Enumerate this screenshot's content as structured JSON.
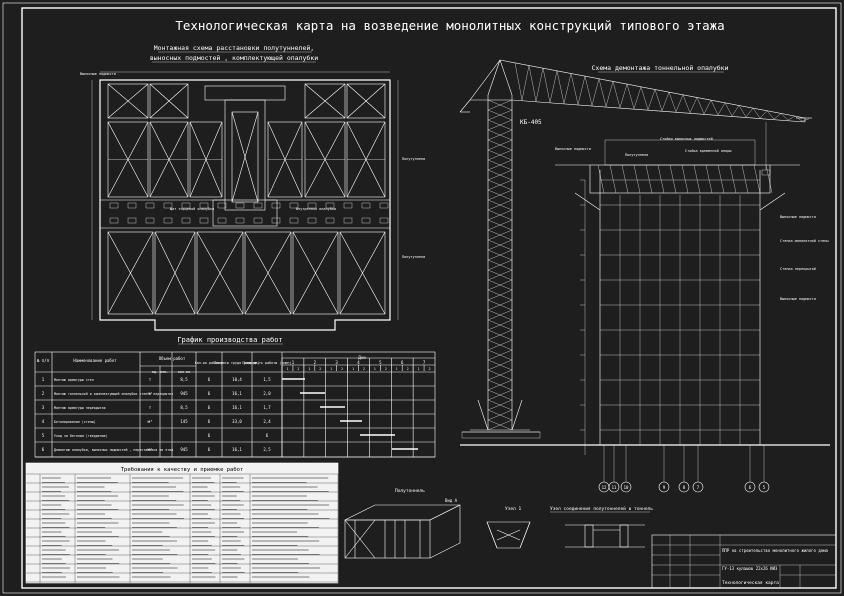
{
  "colors": {
    "background": "#1e1e1e",
    "line": "#ffffff",
    "red": "#e03030",
    "frame": "#ffffff"
  },
  "title": "Технологическая карта на возведение монолитных конструкций типового этажа",
  "plan": {
    "caption_line1": "Монтажная схема расстановки полутуннелей,",
    "caption_line2": "выносных подмостей , комплектующей опалубки",
    "callouts": [
      "Выносные подмости",
      "Полутуннели",
      "Щит торцевой опалубки",
      "Внутренняя опалубка",
      "Полутуннели"
    ]
  },
  "section": {
    "caption": "Схема демонтажа тоннельной опалубки",
    "crane_label": "КБ-405",
    "callouts": [
      "Выносные подмости",
      "Стойки выносных подмостей",
      "Полутуннели",
      "Стойка временной опоры",
      "Выносные подмости",
      "Стенка монолитной стены",
      "Стенка перекрытий",
      "Выносные подмости"
    ],
    "axes": [
      "12",
      "11",
      "10",
      "9",
      "8",
      "7",
      "6",
      "5"
    ]
  },
  "schedule": {
    "caption": "График производства работ",
    "headers": {
      "num": "№ п/п",
      "name": "Наименование работ",
      "volume": "Объем работ",
      "unit": "ед. изм.",
      "qty": "кол-во",
      "workers": "Кол-во рабочих",
      "labor": "Затраты труда (чел-дн)",
      "duration": "Продолж-ть работы (смен)",
      "days": "Дни"
    },
    "day_numbers": [
      "1",
      "2",
      "3",
      "4",
      "5",
      "6",
      "7"
    ],
    "shift_numbers": [
      "1",
      "2",
      "1",
      "2",
      "1",
      "2",
      "1",
      "2",
      "1",
      "2",
      "1",
      "2",
      "1",
      "2"
    ],
    "rows": [
      {
        "num": "1",
        "name": "Монтаж арматуры стен",
        "unit": "т",
        "qty": "8,5",
        "workers": "6",
        "labor": "10,4",
        "duration": "1,5"
      },
      {
        "num": "2",
        "name": "Монтаж тоннельной и комплектующей опалубки стен и перекрытия",
        "unit": "м²",
        "qty": "945",
        "workers": "6",
        "labor": "16,1",
        "duration": "2,0"
      },
      {
        "num": "3",
        "name": "Монтаж арматуры перекрытия",
        "unit": "т",
        "qty": "8,5",
        "workers": "6",
        "labor": "16,1",
        "duration": "1,7"
      },
      {
        "num": "4",
        "name": "Бетонирование (стены)",
        "unit": "м³",
        "qty": "145",
        "workers": "6",
        "labor": "33,0",
        "duration": "2,4"
      },
      {
        "num": "5",
        "name": "Уход за бетоном (твердение)",
        "unit": "",
        "qty": "",
        "workers": "6",
        "labor": "",
        "duration": "6"
      },
      {
        "num": "6",
        "name": "Демонтаж опалубки, выносных подмостей , перестановка на этаж",
        "unit": "м²",
        "qty": "945",
        "workers": "6",
        "labor": "16,1",
        "duration": "2,5"
      }
    ]
  },
  "requirements": {
    "caption": "Требования к качеству и приемке работ"
  },
  "details": {
    "half_tunnel_label": "Полутоннель",
    "node1_label": "Узел 1",
    "connection_label": "Узел соединения полутоннелей в тоннель",
    "view_label": "Вид А"
  },
  "stamp": {
    "project": "ППР на строительство монолитного жилого дома",
    "sheet_title": "Технологическая карта",
    "code": "ГУ-13 кулашов 22х26 ИИЗ"
  }
}
